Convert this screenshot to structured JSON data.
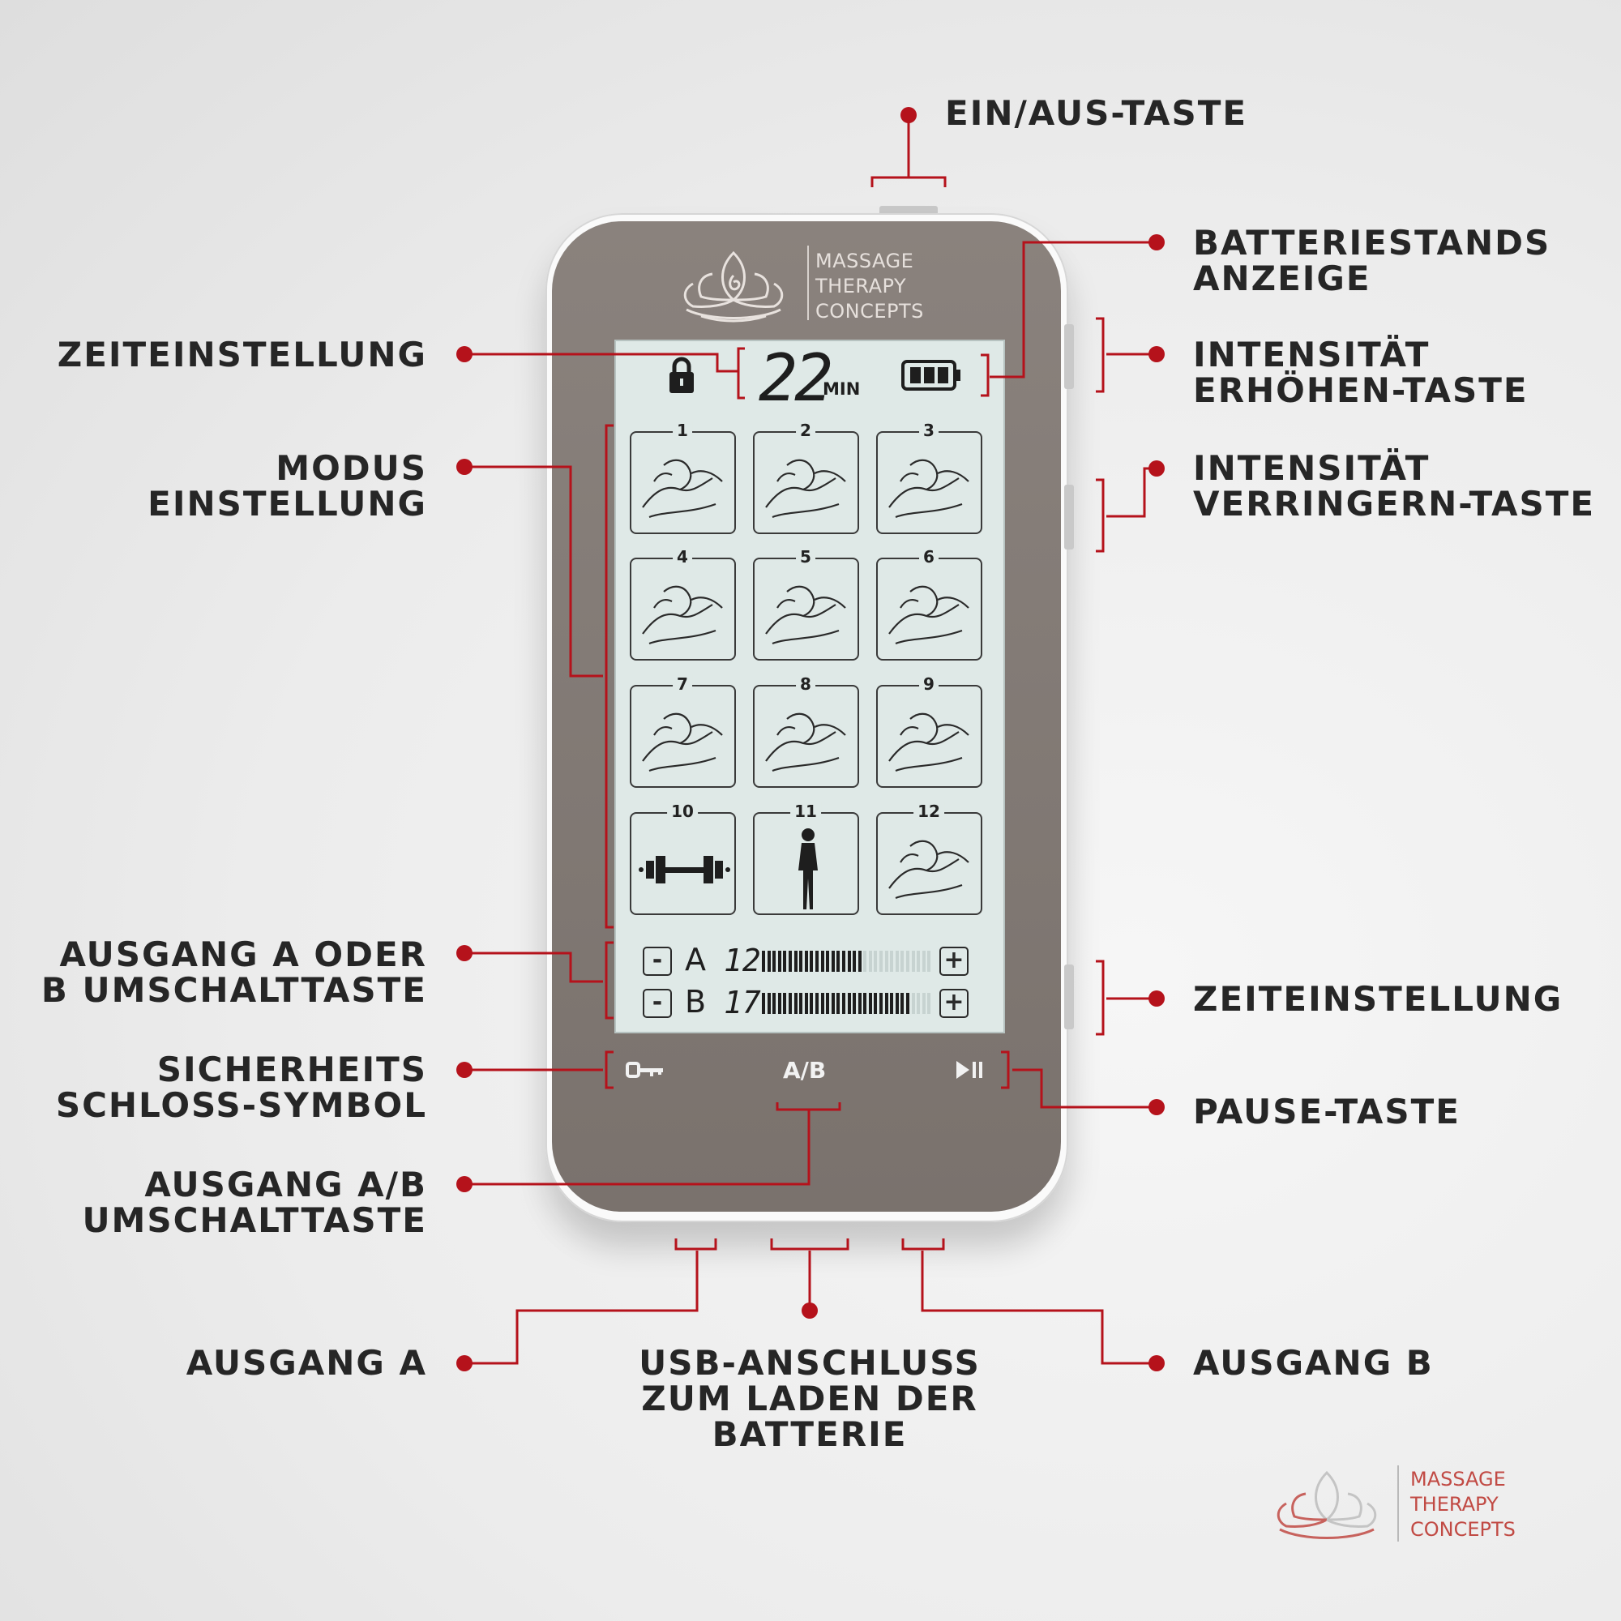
{
  "brand": {
    "device_lines": [
      "MASSAGE",
      "THERAPY",
      "CONCEPTS"
    ],
    "corner_lines": [
      "MASSAGE",
      "THERAPY",
      "CONCEPTS"
    ]
  },
  "colors": {
    "accent": "#b5121b",
    "label": "#262626",
    "screen": "#dfe9e7",
    "device_face": "#807873"
  },
  "screen": {
    "timer_value": "22",
    "timer_unit": "MIN",
    "lock_icon": "padlock-icon",
    "battery_icon": "battery-full-icon",
    "modes": [
      "1",
      "2",
      "3",
      "4",
      "5",
      "6",
      "7",
      "8",
      "9",
      "10",
      "11",
      "12"
    ],
    "channel_a": {
      "label": "A",
      "level": "12",
      "level_fraction": 0.6,
      "minus": "-",
      "plus": "+"
    },
    "channel_b": {
      "label": "B",
      "level": "17",
      "level_fraction": 0.86,
      "minus": "-",
      "plus": "+"
    }
  },
  "soft_buttons": {
    "lock_icon": "key-icon",
    "ab_label": "A/B",
    "play_pause_icon": "play-pause-icon"
  },
  "callouts": {
    "power": "EIN/AUS-TASTE",
    "battery": "BATTERIESTANDS\nANZEIGE",
    "time_left": "ZEITEINSTELLUNG",
    "intensity_up": "INTENSITÄT\nERHÖHEN-TASTE",
    "mode": "MODUS\nEINSTELLUNG",
    "intensity_down": "INTENSITÄT\nVERRINGERN-TASTE",
    "output_ab_toggle": "AUSGANG A ODER\nB UMSCHALTTASTE",
    "time_right": "ZEITEINSTELLUNG",
    "safety_lock": "SICHERHEITS\nSCHLOSS-SYMBOL",
    "pause": "PAUSE-TASTE",
    "ab_switch": "AUSGANG A/B\nUMSCHALTTASTE",
    "output_a": "AUSGANG A",
    "usb": "USB-ANSCHLUSS\nZUM LADEN DER\nBATTERIE",
    "output_b": "AUSGANG B"
  }
}
